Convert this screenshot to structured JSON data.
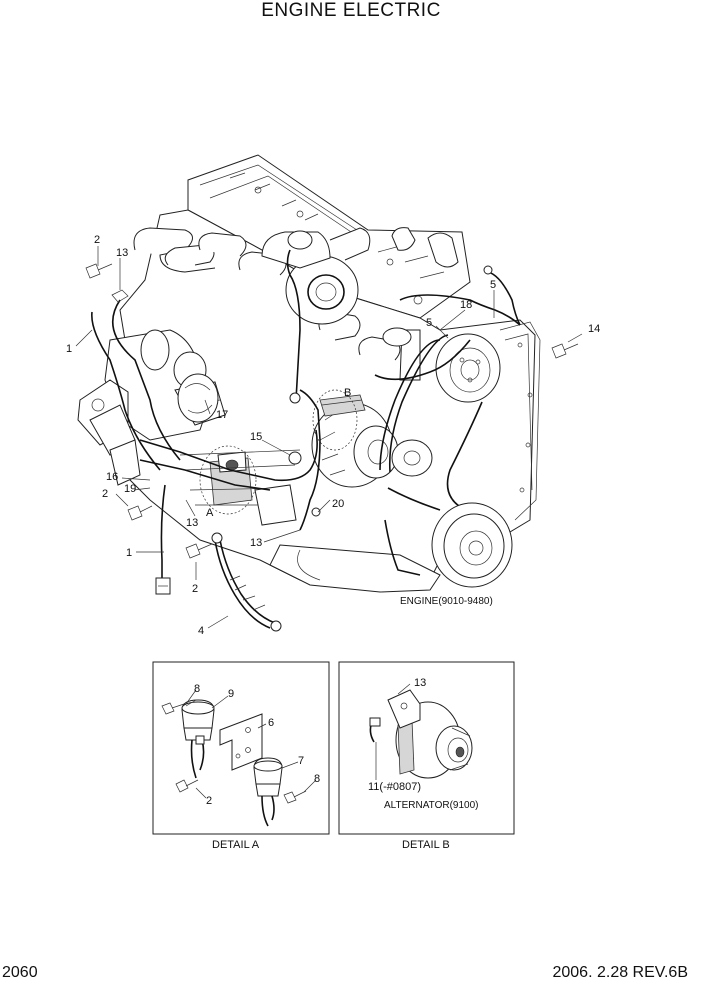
{
  "title": "ENGINE ELECTRIC",
  "page_number": "2060",
  "revision": "2006. 2.28  REV.6B",
  "engine_caption": "ENGINE(9010-9480)",
  "detail_a": {
    "caption": "DETAIL A",
    "labels": [
      "8",
      "9",
      "6",
      "7",
      "8",
      "2"
    ]
  },
  "detail_b": {
    "caption": "DETAIL B",
    "sub_caption": "ALTERNATOR(9100)",
    "labels": [
      "13",
      "11(-#0807)"
    ]
  },
  "main_labels": {
    "l2a": "2",
    "l13a": "13",
    "l1a": "1",
    "l5a": "5",
    "l18": "18",
    "l5b": "5",
    "l14": "14",
    "lB": "B",
    "l17": "17",
    "l15": "15",
    "l16": "16",
    "l19": "19",
    "l2b": "2",
    "l13b": "13",
    "lA": "A",
    "l20": "20",
    "l13c": "13",
    "l1b": "1",
    "l2c": "2",
    "l4": "4"
  }
}
